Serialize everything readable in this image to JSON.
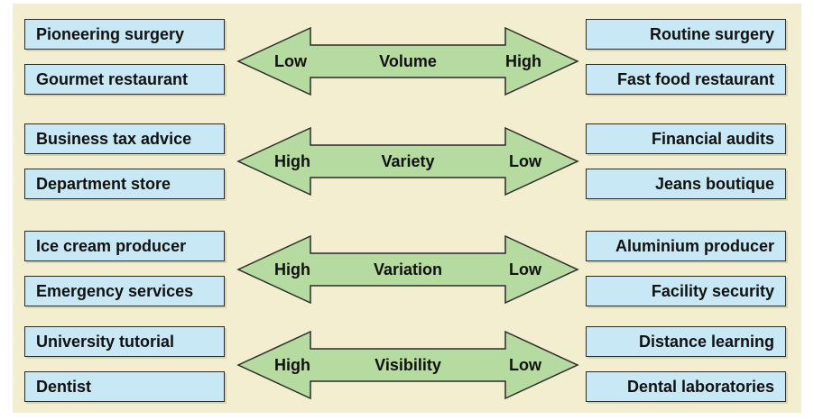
{
  "colors": {
    "background": "#f3eed0",
    "box_fill": "#c9e8f5",
    "arrow_fill": "#b6dba0",
    "outline": "#2a2a2a"
  },
  "rows": [
    {
      "dimension": "Volume",
      "left_level": "Low",
      "right_level": "High",
      "left_examples": [
        "Pioneering surgery",
        "Gourmet restaurant"
      ],
      "right_examples": [
        "Routine surgery",
        "Fast food restaurant"
      ]
    },
    {
      "dimension": "Variety",
      "left_level": "High",
      "right_level": "Low",
      "left_examples": [
        "Business tax advice",
        "Department store"
      ],
      "right_examples": [
        "Financial audits",
        "Jeans boutique"
      ]
    },
    {
      "dimension": "Variation",
      "left_level": "High",
      "right_level": "Low",
      "left_examples": [
        "Ice cream producer",
        "Emergency services"
      ],
      "right_examples": [
        "Aluminium producer",
        "Facility security"
      ]
    },
    {
      "dimension": "Visibility",
      "left_level": "High",
      "right_level": "Low",
      "left_examples": [
        "University tutorial",
        "Dentist"
      ],
      "right_examples": [
        "Distance learning",
        "Dental laboratories"
      ]
    }
  ]
}
